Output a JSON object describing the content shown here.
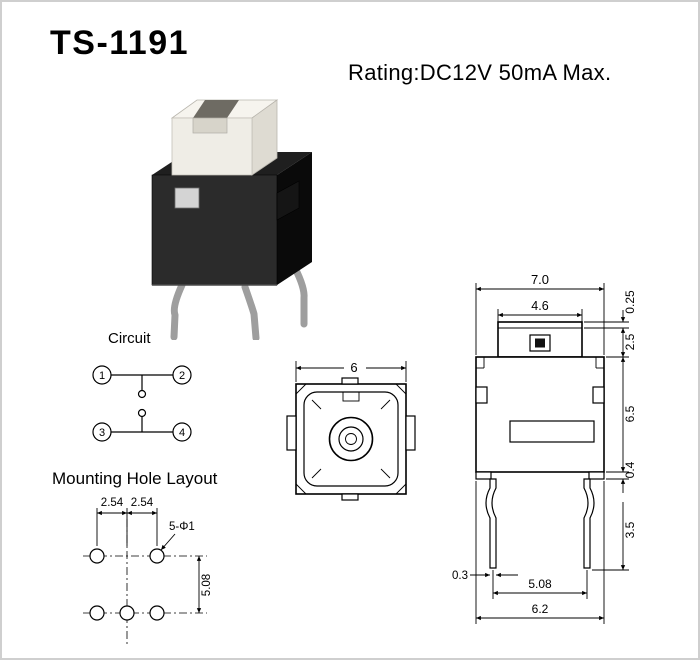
{
  "header": {
    "title": "TS-1191",
    "rating": "Rating:DC12V 50mA Max."
  },
  "circuit": {
    "label": "Circuit",
    "terminals": [
      "1",
      "2",
      "3",
      "4"
    ]
  },
  "mounting": {
    "label": "Mounting Hole Layout",
    "dim_pitch_left": "2.54",
    "dim_pitch_right": "2.54",
    "dim_holes": "5-Φ1",
    "dim_row_pitch": "5.08"
  },
  "top_view": {
    "dim_width": "6"
  },
  "front_view": {
    "dim_total_width": "7.0",
    "dim_cap_width": "4.6",
    "dim_cap_lip": "0.25",
    "dim_cap_height": "2.5",
    "dim_body_height": "6.5",
    "dim_base_step": "0.4",
    "dim_leg_length": "3.5",
    "dim_leg_width": "0.3",
    "dim_leg_pitch": "5.08",
    "dim_base_width": "6.2"
  }
}
